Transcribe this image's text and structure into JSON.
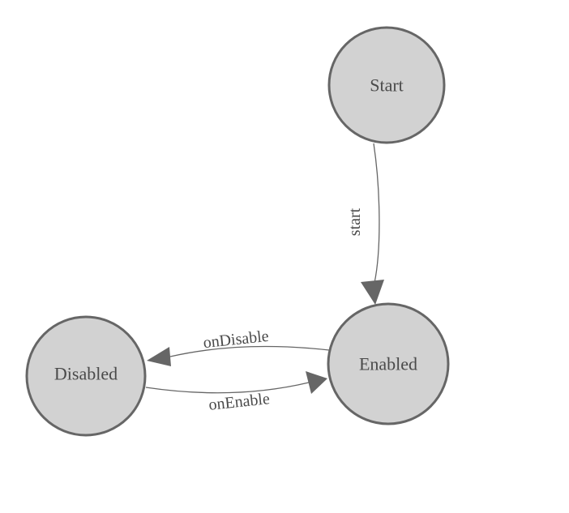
{
  "colors": {
    "background": "#ffffff",
    "node_fill": "#d2d2d2",
    "node_border": "#666666",
    "edge_line": "#666666",
    "label_text": "#4a4a4a"
  },
  "nodes": [
    {
      "id": "start",
      "label": "Start"
    },
    {
      "id": "enabled",
      "label": "Enabled"
    },
    {
      "id": "disabled",
      "label": "Disabled"
    }
  ],
  "edges": [
    {
      "id": "start-to-enabled",
      "from": "Start",
      "to": "Enabled",
      "label": "start"
    },
    {
      "id": "enabled-to-disabled",
      "from": "Enabled",
      "to": "Disabled",
      "label": "onDisable"
    },
    {
      "id": "disabled-to-enabled",
      "from": "Disabled",
      "to": "Enabled",
      "label": "onEnable"
    }
  ]
}
